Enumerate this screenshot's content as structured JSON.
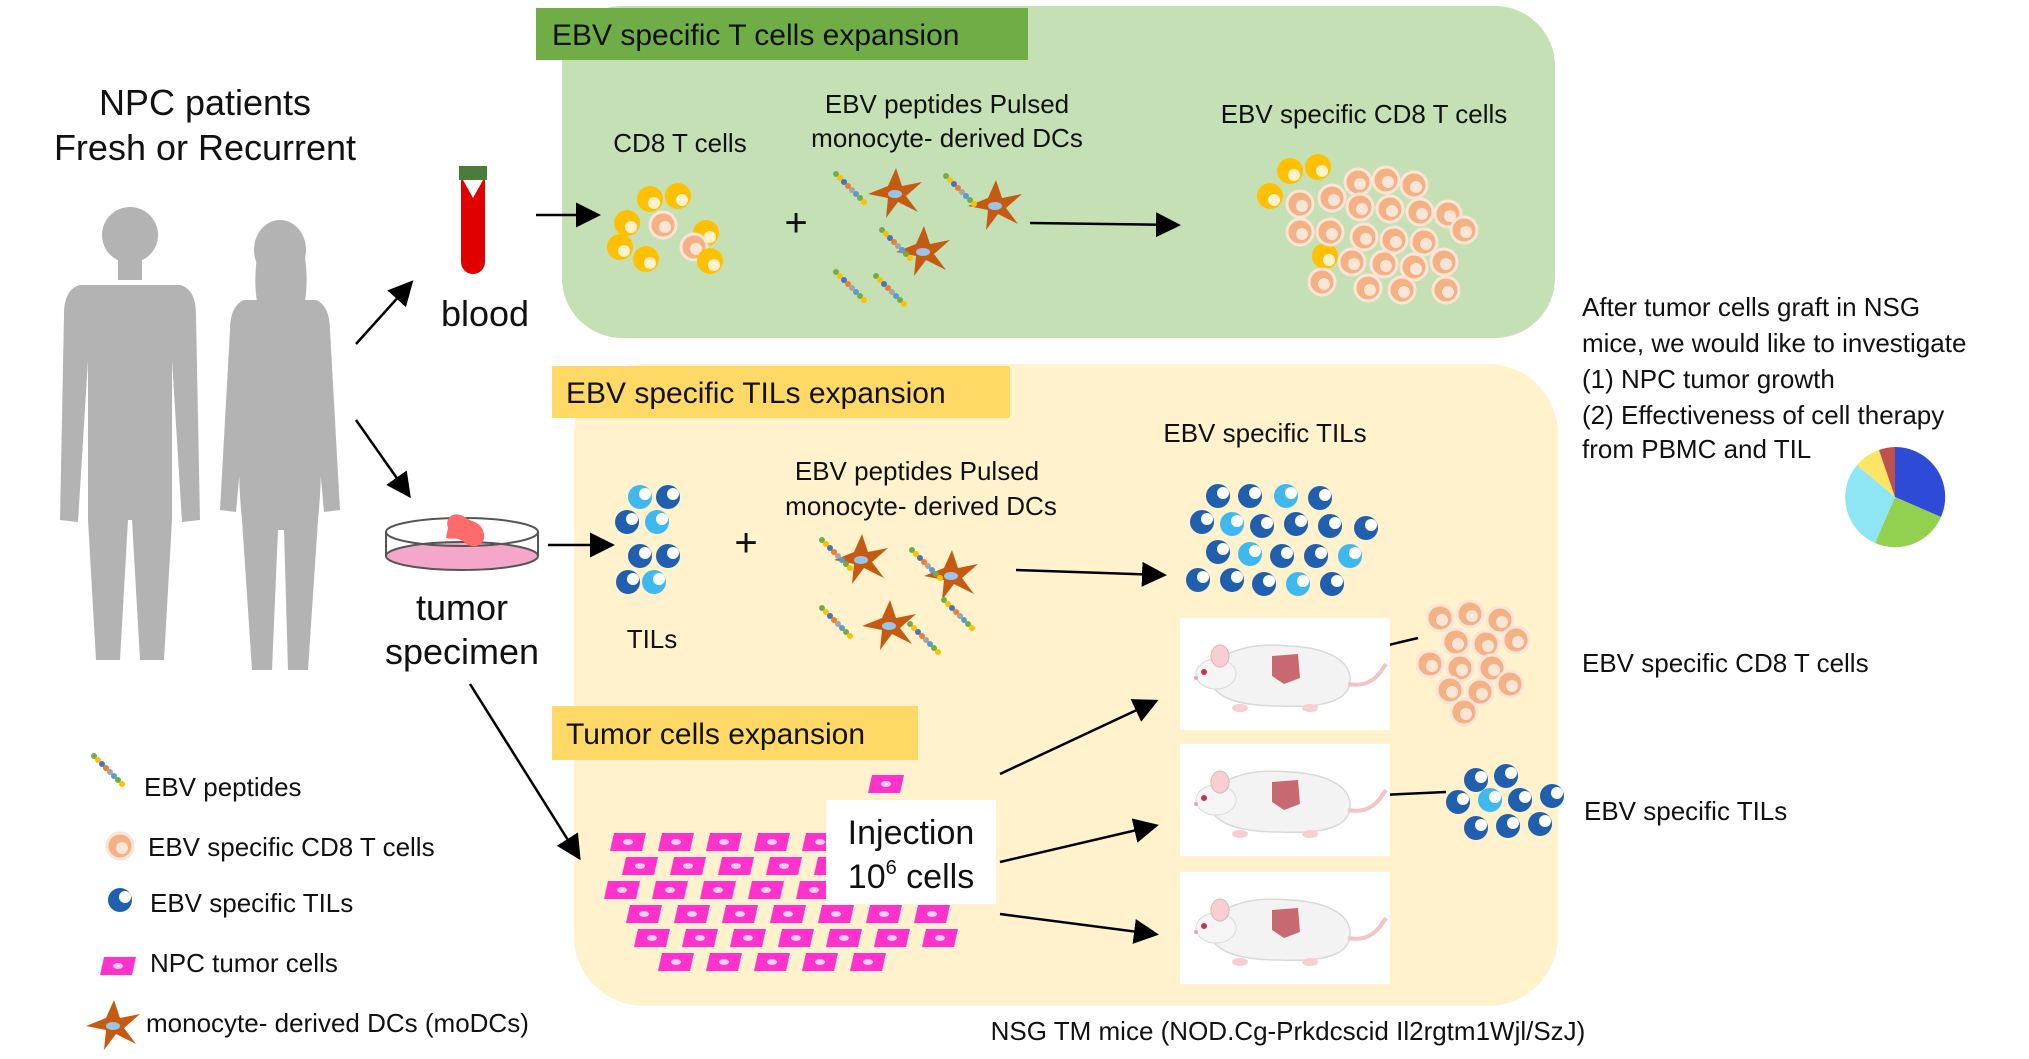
{
  "patients": {
    "line1": "NPC  patients",
    "line2": "Fresh or Recurrent"
  },
  "sources": {
    "blood": "blood",
    "tumor_line1": "tumor",
    "tumor_line2": "specimen"
  },
  "panel_t": {
    "title": "EBV specific T cells expansion",
    "input_label": "CD8 T cells",
    "dc_label_line1": "EBV peptides Pulsed",
    "dc_label_line2": "monocyte- derived DCs",
    "output_label": "EBV specific CD8 T cells"
  },
  "panel_til": {
    "title": "EBV specific TILs expansion",
    "input_label": "TILs",
    "dc_label_line1": "EBV peptides Pulsed",
    "dc_label_line2": "monocyte- derived DCs",
    "output_label": "EBV specific TILs"
  },
  "panel_tumor": {
    "title": "Tumor cells expansion",
    "injection_line1": "Injection",
    "injection_base": "10",
    "injection_exp": "6",
    "injection_suffix": " cells"
  },
  "plus_sign": "+",
  "investigate": {
    "line1": "After tumor cells graft in NSG",
    "line2": "mice, we would like to investigate",
    "line3": "(1) NPC tumor growth",
    "line4": "(2) Effectiveness of cell therapy",
    "line5": "from PBMC and TIL"
  },
  "treatments": {
    "cd8": "EBV specific CD8 T cells",
    "til": "EBV specific TILs"
  },
  "mice_caption": "NSG TM mice (NOD.Cg-Prkdcscid Il2rgtm1Wjl/SzJ)",
  "legend": {
    "peptides": "EBV peptides",
    "cd8": "EBV specific CD8 T cells",
    "til": "EBV specific TILs",
    "npc": "NPC tumor cells",
    "dc": "monocyte- derived DCs (moDCs)"
  },
  "colors": {
    "green_panel": "#c5e0b4",
    "green_title": "#70ad47",
    "yellow_panel": "#fff2cc",
    "yellow_title": "#ffd966",
    "silhouette": "#b3b3b3",
    "blood": "#e00000",
    "cd8_yellow": "#ffc000",
    "cd8_peach": "#f4b183",
    "til_dark": "#2e6ab7",
    "til_light": "#3fb8f0",
    "npc": "#ff33cc",
    "dc": "#c55a11"
  }
}
